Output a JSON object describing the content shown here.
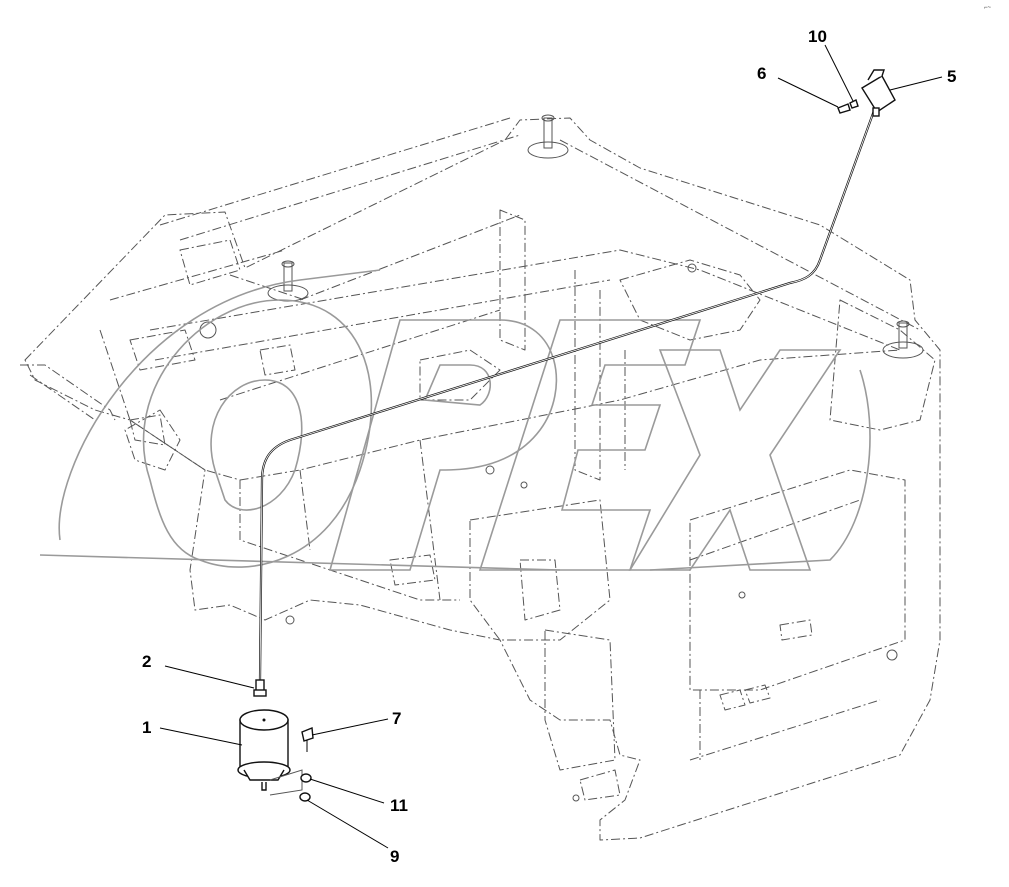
{
  "diagram": {
    "watermark": {
      "text": "OPEX"
    },
    "callouts": [
      {
        "id": "1",
        "label": "1"
      },
      {
        "id": "2",
        "label": "2"
      },
      {
        "id": "5",
        "label": "5"
      },
      {
        "id": "6",
        "label": "6"
      },
      {
        "id": "7",
        "label": "7"
      },
      {
        "id": "9",
        "label": "9"
      },
      {
        "id": "10",
        "label": "10"
      },
      {
        "id": "11",
        "label": "11"
      }
    ]
  }
}
